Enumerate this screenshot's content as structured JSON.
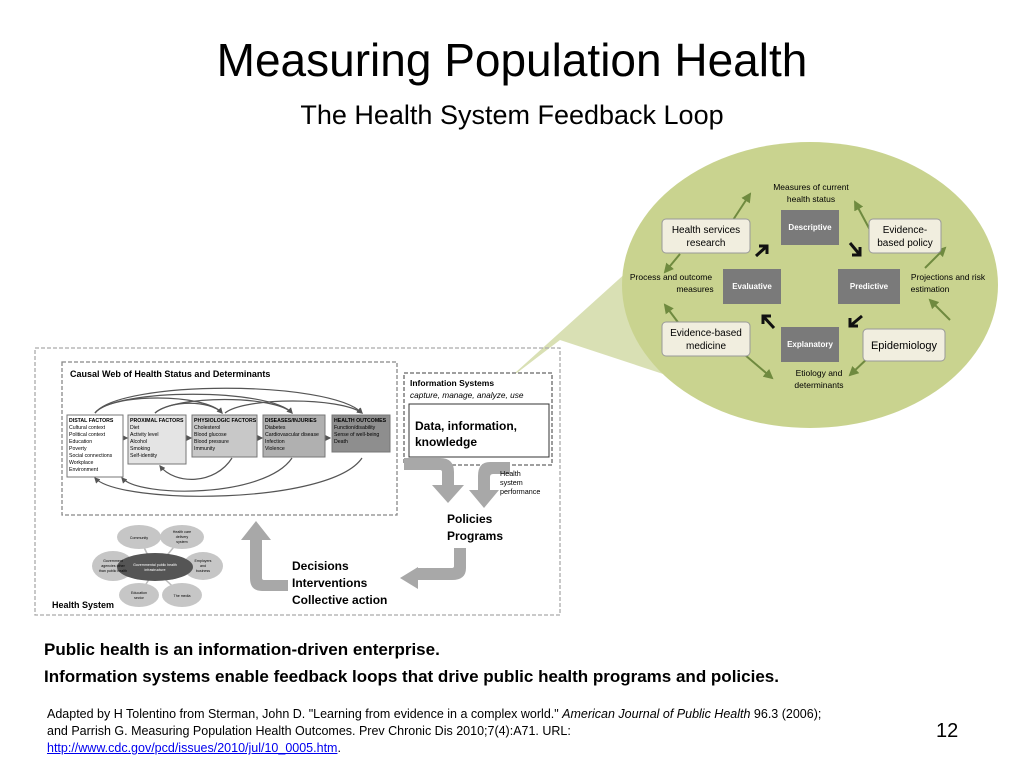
{
  "title": "Measuring Population Health",
  "subtitle": "The Health System Feedback Loop",
  "causal_web": {
    "heading": "Causal Web of Health Status and Determinants",
    "columns": [
      {
        "header": "DISTAL FACTORS",
        "items": [
          "Cultural context",
          "Political context",
          "Education",
          "Poverty",
          "Social connections",
          "Workplace",
          "Environment"
        ]
      },
      {
        "header": "PROXIMAL FACTORS",
        "items": [
          "Diet",
          "Activity level",
          "Alcohol",
          "Smoking",
          "Self-identity"
        ]
      },
      {
        "header": "PHYSIOLOGIC FACTORS",
        "items": [
          "Cholesterol",
          "Blood glucose",
          "Blood pressure",
          "Immunity"
        ]
      },
      {
        "header": "DISEASES/INJURIES",
        "items": [
          "Diabetes",
          "Cardiovascular disease",
          "Infection",
          "Violence"
        ]
      },
      {
        "header": "HEALTH OUTCOMES",
        "items": [
          "Function/disability",
          "Sense of well-being",
          "Death"
        ]
      }
    ]
  },
  "info_systems": {
    "heading": "Information Systems",
    "subheading": "capture, manage, analyze, use",
    "data_line1": "Data, information,",
    "data_line2": "knowledge",
    "perf_line1": "Health",
    "perf_line2": "system",
    "perf_line3": "performance"
  },
  "policies": {
    "line1": "Policies",
    "line2": "Programs"
  },
  "decisions": {
    "line1": "Decisions",
    "line2": "Interventions",
    "line3": "Collective action"
  },
  "health_system": {
    "label": "Health System",
    "center_line1": "Governmental public health",
    "center_line2": "infrastructure",
    "nodes": [
      {
        "line1": "Community",
        "line2": "",
        "line3": ""
      },
      {
        "line1": "Health care",
        "line2": "delivery",
        "line3": "system"
      },
      {
        "line1": "Employers",
        "line2": "and",
        "line3": "business"
      },
      {
        "line1": "The media",
        "line2": "",
        "line3": ""
      },
      {
        "line1": "Education",
        "line2": "sector",
        "line3": ""
      },
      {
        "line1": "Government",
        "line2": "agencies other",
        "line3": "than public health"
      }
    ]
  },
  "cycle": {
    "top_label_line1": "Measures of current",
    "top_label_line2": "health status",
    "right_label_line1": "Projections and risk",
    "right_label_line2": "estimation",
    "bottom_label_line1": "Etiology and",
    "bottom_label_line2": "determinants",
    "left_label_line1": "Process and outcome",
    "left_label_line2": "measures",
    "descriptive": "Descriptive",
    "predictive": "Predictive",
    "explanatory": "Explanatory",
    "evaluative": "Evaluative",
    "hsr_line1": "Health services",
    "hsr_line2": "research",
    "ebp_line1": "Evidence-",
    "ebp_line2": "based policy",
    "epidemiology": "Epidemiology",
    "ebm_line1": "Evidence-based",
    "ebm_line2": "medicine"
  },
  "message_line1": "Public health is an information-driven enterprise.",
  "message_line2": "Information systems enable feedback loops that drive public health programs and policies.",
  "citation": {
    "text_part1": "Adapted by H Tolentino from Sterman, John D. \"Learning from evidence in a complex world.\" ",
    "journal": "American Journal of Public Health",
    "text_part2": " 96.3 (2006);",
    "text_part3": "and Parrish G. Measuring Population Health Outcomes. Prev Chronic Dis 2010;7(4):A71. URL:",
    "url": "http://www.cdc.gov/pcd/issues/2010/jul/10_0005.htm",
    "trailing": "."
  },
  "page_number": "12",
  "colors": {
    "ellipse_fill": "#c9d38f",
    "callout_fill": "#d9e0b4",
    "cycle_box_fill": "#7a7a7a",
    "arrow_green": "#6f8a3f",
    "ivory_box": "#f1eedf",
    "grey_arrow": "#a8a8a8",
    "node_fill": "#c6c6c6",
    "center_fill": "#555555",
    "link": "#0000ee"
  }
}
